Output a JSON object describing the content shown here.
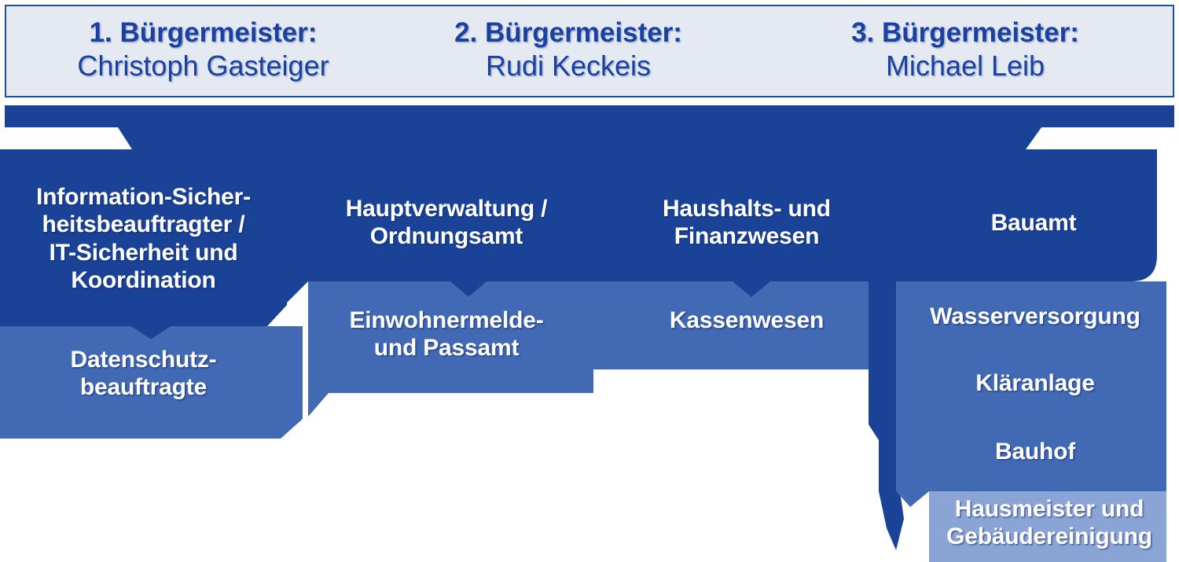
{
  "colors": {
    "dark_blue": "#1a4398",
    "medium_blue": "#4269b4",
    "light_blue": "#8ba4d6",
    "header_background": "#e4e9f2",
    "header_text": "#1b41a0",
    "box_text": "#ffffff",
    "page_background": "#ffffff"
  },
  "header": {
    "mayors": [
      {
        "role": "1. Bürgermeister:",
        "name": "Christoph Gasteiger"
      },
      {
        "role": "2. Bürgermeister:",
        "name": "Rudi Keckeis"
      },
      {
        "role": "3. Bürgermeister:",
        "name": "Michael Leib"
      }
    ]
  },
  "chart_data": {
    "type": "diagram",
    "title": "Organigramm Gemeindeverwaltung",
    "columns": [
      {
        "id": "column-1",
        "nodes": [
          {
            "label": "Information-Sicher-\nheitsbeauftragter /\nIT-Sicherheit und\nKoordination",
            "level": "dark"
          },
          {
            "label": "Datenschutz-\nbeauftragte",
            "level": "medium"
          }
        ]
      },
      {
        "id": "column-2",
        "nodes": [
          {
            "label": "Hauptverwaltung /\nOrdnungsamt",
            "level": "dark"
          },
          {
            "label": "Einwohnermelde-\nund Passamt",
            "level": "medium"
          }
        ]
      },
      {
        "id": "column-3",
        "nodes": [
          {
            "label": "Haushalts- und\nFinanzwesen",
            "level": "dark"
          },
          {
            "label": "Kassenwesen",
            "level": "medium"
          }
        ]
      },
      {
        "id": "column-4",
        "nodes": [
          {
            "label": "Bauamt",
            "level": "dark"
          },
          {
            "label": "Wasserversorgung",
            "level": "medium"
          },
          {
            "label": "Kläranlage",
            "level": "medium"
          },
          {
            "label": "Bauhof",
            "level": "medium"
          },
          {
            "label": "Hausmeister und\nGebäudereinigung",
            "level": "light"
          }
        ]
      }
    ]
  },
  "labels": {
    "c1_dark": "Information-Sicher-\nheitsbeauftragter /\nIT-Sicherheit und\nKoordination",
    "c1_medium": "Datenschutz-\nbeauftragte",
    "c2_dark": "Hauptverwaltung /\nOrdnungsamt",
    "c2_medium": "Einwohnermelde-\nund Passamt",
    "c3_dark": "Haushalts- und\nFinanzwesen",
    "c3_medium": "Kassenwesen",
    "c4_dark": "Bauamt",
    "c4_m1": "Wasserversorgung",
    "c4_m2": "Kläranlage",
    "c4_m3": "Bauhof",
    "c4_light": "Hausmeister und\nGebäudereinigung"
  }
}
